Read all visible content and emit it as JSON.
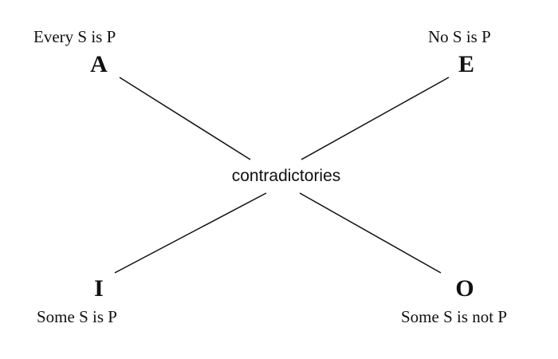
{
  "corners": {
    "a": {
      "letter": "A",
      "statement": "Every S is P"
    },
    "e": {
      "letter": "E",
      "statement": "No S is P"
    },
    "i": {
      "letter": "I",
      "statement": "Some S is P"
    },
    "o": {
      "letter": "O",
      "statement": "Some S is not P"
    }
  },
  "center_label": "contradictories",
  "line_color": "#111111"
}
